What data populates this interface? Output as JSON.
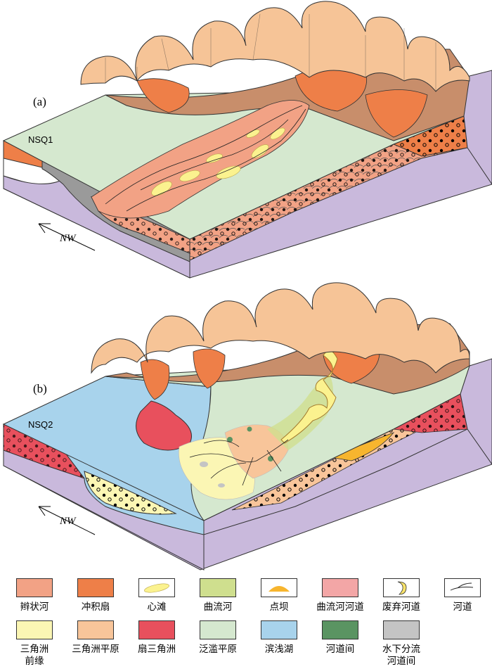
{
  "panels": {
    "a": {
      "label": "(a)",
      "sequence": "NSQ1"
    },
    "b": {
      "label": "(b)",
      "sequence": "NSQ2"
    }
  },
  "direction_label": "NW",
  "colors": {
    "braided_river": "#f2a285",
    "alluvial_fan": "#ee7f48",
    "mid_channel_bar": "#fbf28f",
    "meandering_river": "#cfdf8e",
    "point_bar": "#f7b52e",
    "meandering_channel": "#f3a6a6",
    "abandoned_channel": "#f8e36a",
    "delta_front": "#fbf6b4",
    "delta_plain": "#f8c59a",
    "fan_delta": "#e8505d",
    "floodplain": "#d5e8cf",
    "shore_shallow_lake": "#a8d3ec",
    "interchannel": "#5a9462",
    "subaqueous_interdistributary": "#c4c4c4",
    "mountain": "#f6c497",
    "slope": "#c88e6b",
    "basement": "#c9b9dc"
  },
  "legend": {
    "row1": [
      {
        "key": "braided_river",
        "label": "辫状河"
      },
      {
        "key": "alluvial_fan",
        "label": "冲积扇"
      },
      {
        "key": "mid_channel_bar",
        "label": "心滩"
      },
      {
        "key": "meandering_river",
        "label": "曲流河"
      },
      {
        "key": "point_bar",
        "label": "点坝"
      },
      {
        "key": "meandering_channel",
        "label": "曲流河河道"
      },
      {
        "key": "abandoned_channel",
        "label": "废弃河道"
      },
      {
        "key": "channel",
        "label": "河道"
      }
    ],
    "row2": [
      {
        "key": "delta_front",
        "label_1": "三角洲",
        "label_2": "前缘"
      },
      {
        "key": "delta_plain",
        "label_1": "三角洲平原",
        "label_2": ""
      },
      {
        "key": "fan_delta",
        "label_1": "扇三角洲",
        "label_2": ""
      },
      {
        "key": "floodplain",
        "label_1": "泛滥平原",
        "label_2": ""
      },
      {
        "key": "shore_shallow_lake",
        "label_1": "滨浅湖",
        "label_2": ""
      },
      {
        "key": "interchannel",
        "label_1": "河道间",
        "label_2": ""
      },
      {
        "key": "subaqueous_interdistributary",
        "label_1": "水下分流",
        "label_2": "河道间"
      }
    ]
  }
}
